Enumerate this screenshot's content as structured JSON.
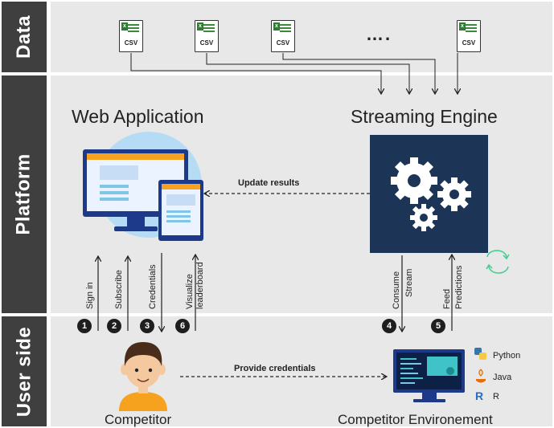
{
  "bands": {
    "data_label": "Data",
    "platform_label": "Platform",
    "user_label": "User side"
  },
  "data_section": {
    "files": [
      "CSV",
      "CSV",
      "CSV",
      "CSV"
    ],
    "ellipsis": "…."
  },
  "platform": {
    "web_app_title": "Web Application",
    "engine_title": "Streaming Engine",
    "update_results": "Update results"
  },
  "flows": {
    "sign_in": "Sign in",
    "subscribe": "Subscribe",
    "credentials": "Credentials",
    "visualize_1": "Visualize",
    "visualize_2": "leaderboard",
    "consume_1": "Consume",
    "consume_2": "Stream",
    "feed_1": "Feed",
    "feed_2": "Predictions",
    "provide_credentials": "Provide credentials"
  },
  "steps": [
    "1",
    "2",
    "3",
    "6",
    "4",
    "5"
  ],
  "user_side": {
    "competitor": "Competitor",
    "environment": "Competitor Environement",
    "languages": [
      "Python",
      "Java",
      "R"
    ]
  },
  "colors": {
    "band_bg": "#e8e8e8",
    "label_bg": "#3f3f3f",
    "engine_bg": "#1c3557",
    "accent_orange": "#f6a21e",
    "screen_blue": "#cfe4ff"
  }
}
